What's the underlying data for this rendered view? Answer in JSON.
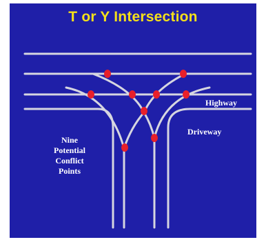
{
  "title": "T or Y Intersection",
  "labels": {
    "highway": "Highway",
    "driveway": "Driveway"
  },
  "caption": [
    "Nine",
    "Potential",
    "Conflict",
    "Points"
  ],
  "colors": {
    "background": "#1f1fa8",
    "title": "#f4e01a",
    "road_lines": "#d6d6e0",
    "conflict_points": "#e8202a"
  }
}
